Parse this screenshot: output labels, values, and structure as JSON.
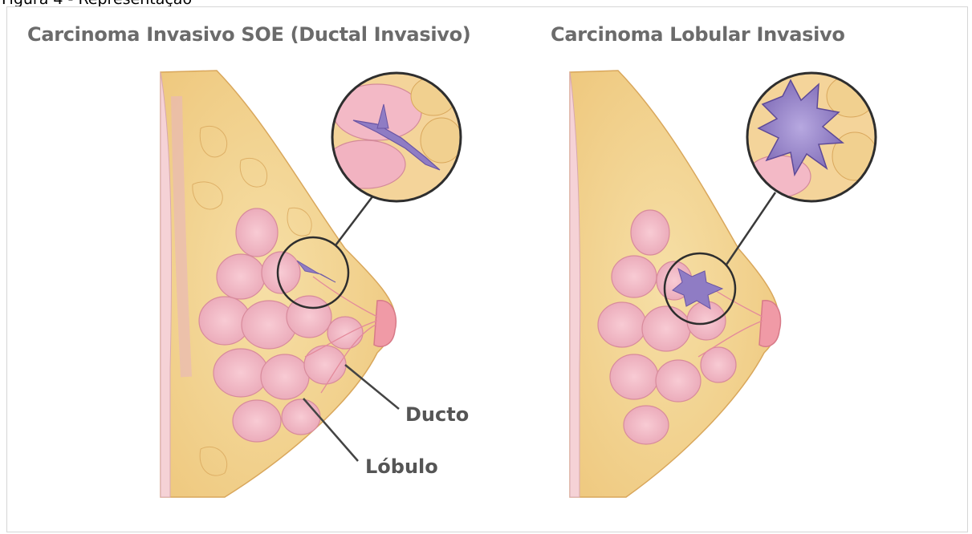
{
  "figure": {
    "caption_partial": "Figura 4 - Representação"
  },
  "panels": [
    {
      "title": "Carcinoma Invasivo SOE (Ductal Invasivo)",
      "labels": {
        "duct": "Ducto",
        "lobule": "Lóbulo"
      }
    },
    {
      "title": "Carcinoma Lobular Invasivo"
    }
  ],
  "colors": {
    "fat_yellow": "#f3d58f",
    "lobule_pink": "#f2b7c4",
    "skin_pink": "#f4c2c6",
    "tumor_purple": "#8f7cc4",
    "outline": "#333333",
    "title_gray": "#6b6b6b"
  }
}
